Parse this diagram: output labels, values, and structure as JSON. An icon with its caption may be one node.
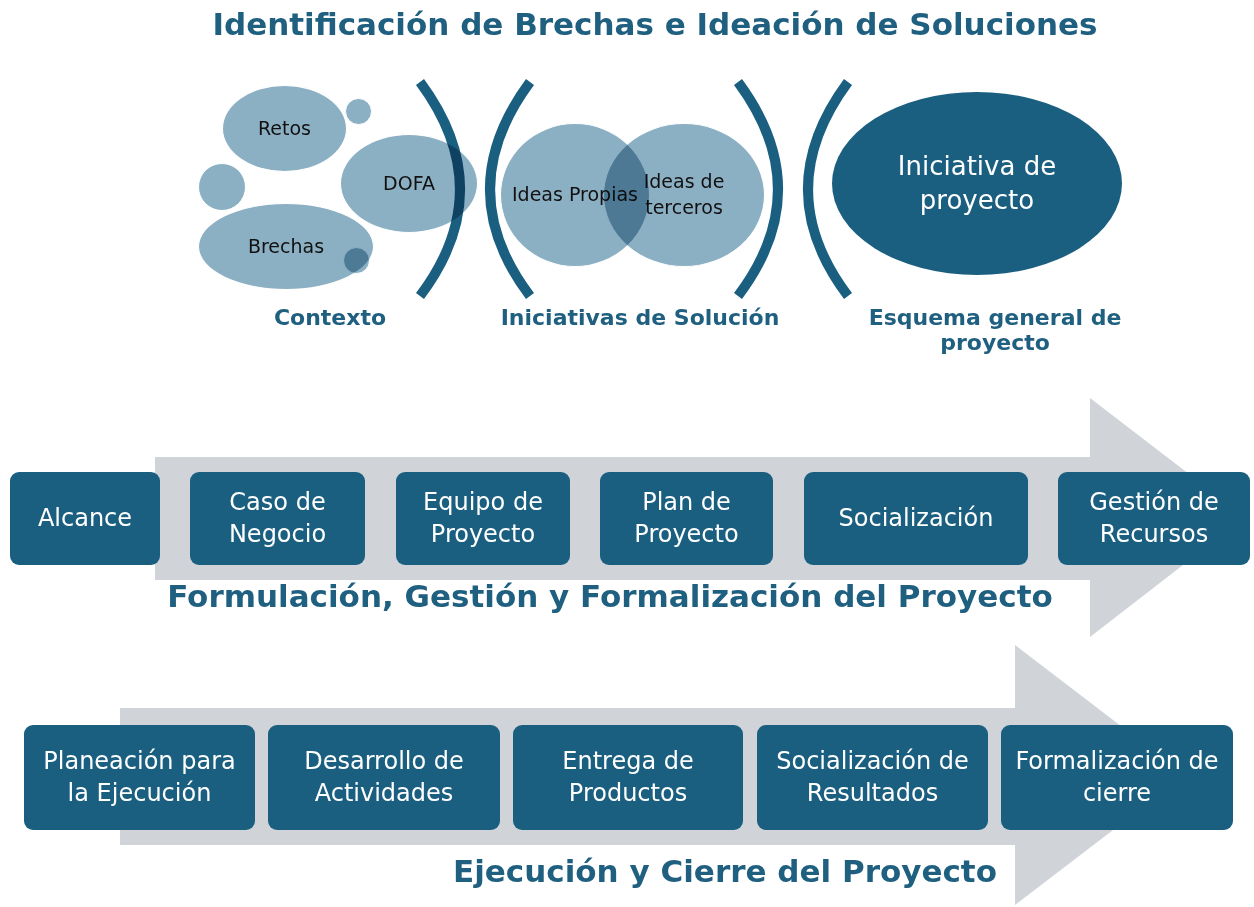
{
  "diagram": {
    "title": "Identificación de Brechas e Ideación de Soluciones",
    "nodes": [
      {
        "text": [
          "Retos"
        ]
      },
      {
        "text": [],
        "shape": "circle"
      },
      {
        "text": [],
        "shape": "circle"
      },
      {
        "text": [
          "DOFA"
        ]
      },
      {
        "text": [
          "Brechas"
        ]
      },
      {
        "text": [],
        "shape": "circle",
        "in": 4
      },
      {
        "text": [
          "Ideas Propias"
        ]
      },
      {
        "text": [
          "Ideas de terceros"
        ]
      },
      {
        "text": [
          "Iniciativa de proyecto"
        ]
      },
      {
        "text": [
          "Alcance"
        ]
      },
      {
        "text": [
          "Caso de Negocio"
        ]
      },
      {
        "text": [
          "Equipo de Proyecto"
        ]
      },
      {
        "text": [
          "Plan de Proyecto"
        ]
      },
      {
        "text": [
          "Socialización"
        ]
      },
      {
        "text": [
          "Gestión de Recursos"
        ]
      },
      {
        "text": [
          "Planeación para la Ejecución"
        ]
      },
      {
        "text": [
          "Desarrollo de Actividades"
        ]
      },
      {
        "text": [
          "Entrega de Productos"
        ]
      },
      {
        "text": [
          "Socialización de Resultados"
        ]
      },
      {
        "text": [
          "Formalización de cierre"
        ]
      }
    ],
    "labels": [
      "Contexto",
      "Iniciativas de Solución",
      "Esquema general de proyecto",
      "Formulación, Gestión y Formalización del Proyecto",
      "Ejecución y Cierre del Proyecto"
    ]
  }
}
